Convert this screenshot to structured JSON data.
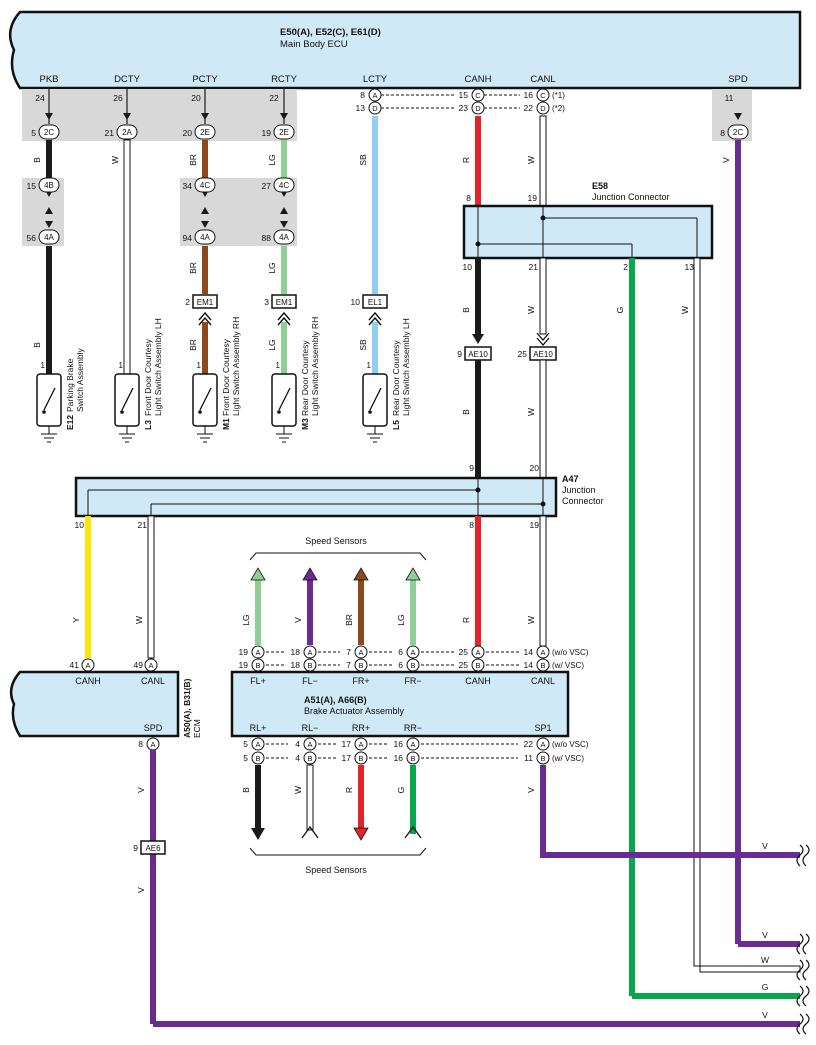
{
  "main_ecu": {
    "title": "E50(A), E52(C), E61(D)",
    "subtitle": "Main Body ECU",
    "pins": [
      "PKB",
      "DCTY",
      "PCTY",
      "RCTY",
      "LCTY",
      "CANH",
      "CANL",
      "SPD"
    ],
    "pin_numbers": {
      "pkb": "24",
      "dcty": "26",
      "pcty": "20",
      "rcty": "22",
      "lcty_a": "8",
      "lcty_d": "13",
      "canh_c": "15",
      "canh_d": "23",
      "canl_c": "16",
      "canl_d": "22",
      "spd": "11"
    },
    "connector_letters": {
      "a": "A",
      "c": "C",
      "d": "D"
    },
    "notes": [
      "(*1)",
      "(*2)"
    ]
  },
  "connectors": {
    "pkb_2c": {
      "pin": "5",
      "code": "2C"
    },
    "dcty_2a": {
      "pin": "21",
      "code": "2A"
    },
    "pcty_2e": {
      "pin": "20",
      "code": "2E"
    },
    "rcty_2e": {
      "pin": "19",
      "code": "2E"
    },
    "spd_2c": {
      "pin": "8",
      "code": "2C"
    },
    "pkb_4b": {
      "pin": "15",
      "code": "4B"
    },
    "pkb_4a": {
      "pin": "56",
      "code": "4A"
    },
    "pcty_4c": {
      "pin": "34",
      "code": "4C"
    },
    "pcty_4a": {
      "pin": "94",
      "code": "4A"
    },
    "rcty_4c": {
      "pin": "27",
      "code": "4C"
    },
    "rcty_4a": {
      "pin": "88",
      "code": "4A"
    },
    "em1_a": {
      "pin": "2",
      "code": "EM1"
    },
    "em1_b": {
      "pin": "3",
      "code": "EM1"
    },
    "el1": {
      "pin": "10",
      "code": "EL1"
    },
    "ae10_a": {
      "pin": "9",
      "code": "AE10"
    },
    "ae10_b": {
      "pin": "25",
      "code": "AE10"
    },
    "ae6": {
      "pin": "9",
      "code": "AE6"
    }
  },
  "switches": [
    {
      "code": "E12",
      "name_line1": "Parking Brake",
      "name_line2": "Switch Assembly",
      "pin": "1"
    },
    {
      "code": "L3",
      "name_line1": "Front Door Courtesy",
      "name_line2": "Light Switch Assembly LH",
      "pin": "1"
    },
    {
      "code": "M1",
      "name_line1": "Front Door Courtesy",
      "name_line2": "Light Switch Assembly RH",
      "pin": "1"
    },
    {
      "code": "M3",
      "name_line1": "Rear Door Courtesy",
      "name_line2": "Light Switch Assembly RH",
      "pin": "1"
    },
    {
      "code": "L5",
      "name_line1": "Rear Door Courtesy",
      "name_line2": "Light Switch Assembly LH",
      "pin": "1"
    }
  ],
  "junction_e58": {
    "code": "E58",
    "name": "Junction Connector",
    "pins": {
      "in_canh": "8",
      "in_canl": "19",
      "out_canh": "10",
      "out_canl": "21",
      "g": "2",
      "w": "13"
    }
  },
  "junction_a47": {
    "code": "A47",
    "name_line1": "Junction",
    "name_line2": "Connector",
    "pins": {
      "canh_top": "9",
      "canl_top": "20",
      "y_out": "10",
      "w_out": "21",
      "canh_bot": "8",
      "canl_bot": "19"
    }
  },
  "ecm": {
    "title": "A50(A), B31(B)",
    "name": "ECM",
    "canh": "CANH",
    "canl": "CANL",
    "spd": "SPD",
    "pins": {
      "canh": "41",
      "canl": "49",
      "spd": "8"
    },
    "letters": {
      "canh": "A",
      "canl": "A",
      "spd": "A"
    }
  },
  "brake_actuator": {
    "title": "A51(A), A66(B)",
    "name": "Brake Actuator Assembly",
    "top_labels": [
      "FL+",
      "FL−",
      "FR+",
      "FR−",
      "CANH",
      "CANL"
    ],
    "bottom_labels": [
      "RL+",
      "RL−",
      "RR+",
      "RR−",
      "SP1"
    ],
    "top_pins_a": [
      "19",
      "18",
      "7",
      "6",
      "25",
      "14"
    ],
    "top_pins_b": [
      "19",
      "18",
      "7",
      "6",
      "25",
      "14"
    ],
    "top_pins_a_remote": [
      "19",
      "18",
      "7",
      "6",
      "25",
      "14"
    ],
    "bottom_pins_a": [
      "5",
      "4",
      "17",
      "16",
      "22"
    ],
    "bottom_pins_b": [
      "5",
      "4",
      "17",
      "16",
      "11"
    ],
    "top_pins_b_remote": [
      "19",
      "18",
      "7",
      "6",
      "25",
      "14"
    ],
    "variant_a": "(w/o VSC)",
    "variant_b": "(w/ VSC)",
    "letter_a": "A",
    "letter_b": "B"
  },
  "speed_sensors_top": "Speed Sensors",
  "speed_sensors_bottom": "Speed Sensors",
  "wire_colors": {
    "pkb": "B",
    "dcty": "W",
    "pcty": "BR",
    "rcty": "LG",
    "lcty": "SB",
    "canh": "R",
    "canl": "W",
    "spd": "V",
    "canh_out": "B",
    "canl_out": "W",
    "g": "G",
    "w_line": "W",
    "ecm_canh": "Y",
    "ecm_canl": "W",
    "ecm_spd": "V",
    "act_spd": "V",
    "fl_plus": "LG",
    "fl_minus": "V",
    "fr_plus": "BR",
    "fr_minus": "LG",
    "rl_plus": "B",
    "rl_minus": "W",
    "rr_plus": "R",
    "rr_minus": "G"
  },
  "right_edge_labels": [
    "V",
    "V",
    "W",
    "G",
    "V"
  ],
  "colors": {
    "box_fill": "#cfe9f7",
    "shade": "#d8d8d8",
    "black": "#1a1a1a",
    "brown": "#8b4a1c",
    "light_green": "#8fcf96",
    "sky_blue": "#8fd0f0",
    "red": "#e3242b",
    "violet": "#6a2c91",
    "green": "#0aa64b",
    "yellow": "#ffe600",
    "white_wire": "#ffffff"
  }
}
